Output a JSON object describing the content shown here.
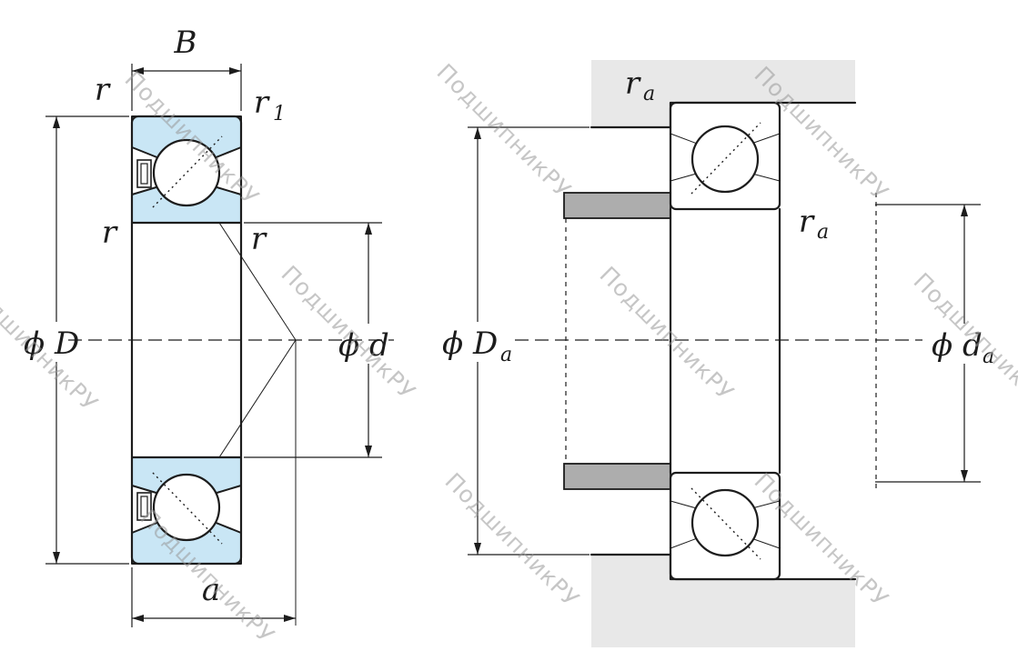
{
  "watermark": {
    "text": "ПодшипникРУ"
  },
  "colors": {
    "line": "#1c1c1c",
    "ring_fill": "#c9e6f5",
    "housing_fill": "#e8e8e8",
    "shaft_fill": "#adadad",
    "watermark": "#999999",
    "background": "#ffffff"
  },
  "left_view": {
    "labels": {
      "width": "B",
      "r_top_left": "r",
      "r_top_right": "r",
      "r_top_right_sub": "1",
      "r_mid_left": "r",
      "r_mid_right": "r",
      "outer_diameter": "ϕ D",
      "bore_diameter": "ϕ d",
      "pressure_center": "a"
    }
  },
  "right_view": {
    "labels": {
      "fillet_top": "r",
      "fillet_top_sub": "a",
      "fillet_mid": "r",
      "fillet_mid_sub": "a",
      "housing_diameter": "ϕ D",
      "housing_diameter_sub": "a",
      "shaft_diameter": "ϕ d",
      "shaft_diameter_sub": "a"
    }
  }
}
